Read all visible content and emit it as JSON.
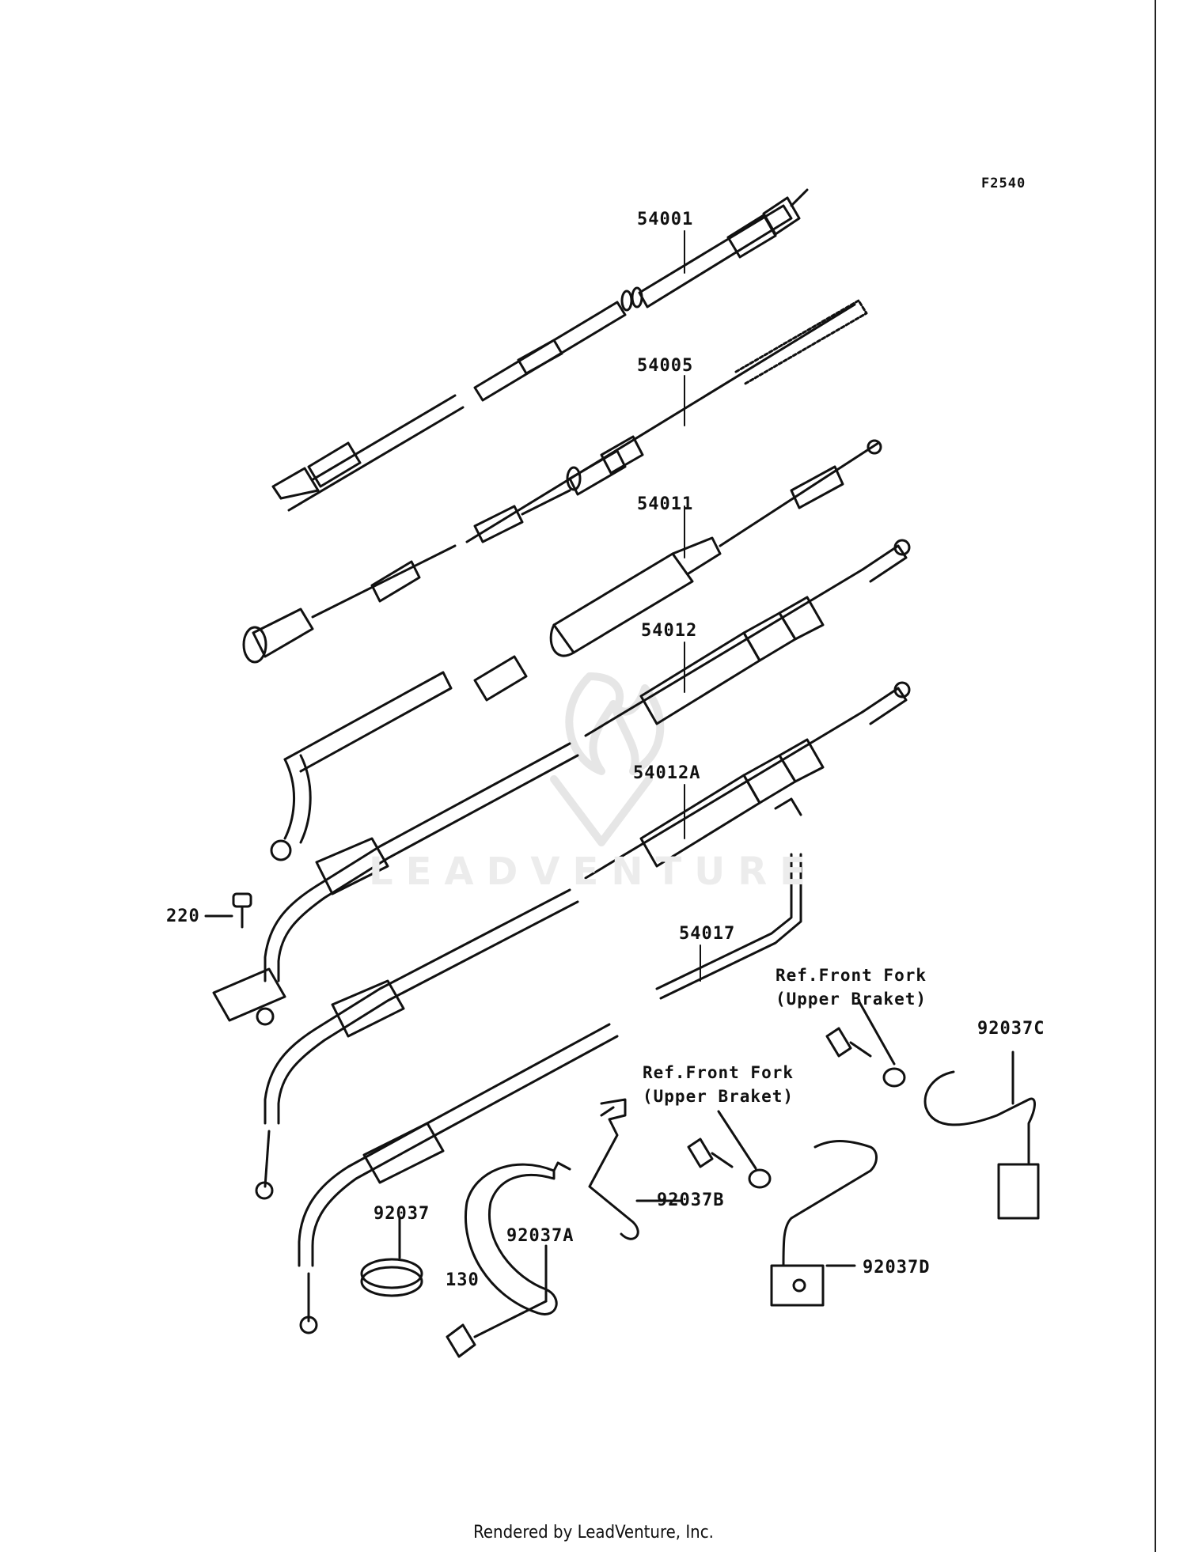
{
  "figure_code": "F2540",
  "parts": {
    "p54001": "54001",
    "p54005": "54005",
    "p54011": "54011",
    "p54012": "54012",
    "p54012A": "54012A",
    "p54017": "54017",
    "p220": "220",
    "p92037": "92037",
    "p92037A": "92037A",
    "p92037B": "92037B",
    "p92037C": "92037C",
    "p92037D": "92037D",
    "p130": "130"
  },
  "references": {
    "ref1_line1": "Ref.Front Fork",
    "ref1_line2": "(Upper Braket)",
    "ref2_line1": "Ref.Front Fork",
    "ref2_line2": "(Upper Braket)"
  },
  "watermark": "LEADVENTURE",
  "footer": "Rendered by LeadVenture, Inc."
}
